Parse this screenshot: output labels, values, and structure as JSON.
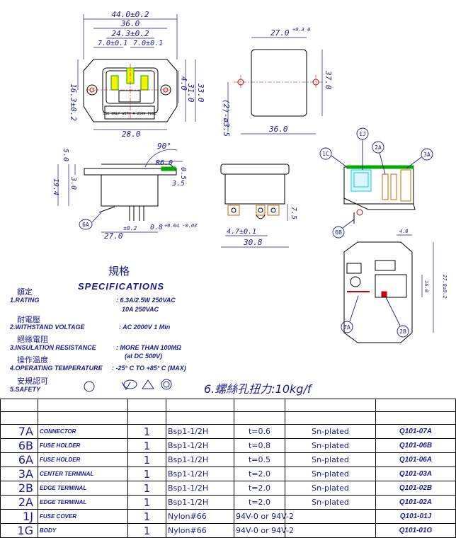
{
  "front_view": {
    "dim_overall_width": "44.0±0.2",
    "dim_36": "36.0",
    "dim_24_3": "24.3±0.2",
    "dim_7a": "7.0±0.1",
    "dim_7b": "7.0±0.1",
    "dim_16_3": "16.3±0.2",
    "dim_4_0": "4.0",
    "dim_31": "31.0",
    "dim_33": "33.0",
    "dim_28": "28.0",
    "fuse_label": "USE ONLY WITH A 250V FUSE"
  },
  "cutout_view": {
    "dim_27": "27.0",
    "dim_27_tol": "+0.3 0",
    "dim_37": "37.0",
    "dim_hole": "(2)-ø3.5",
    "dim_36": "36.0"
  },
  "side_view": {
    "dim_90": "90°",
    "dim_r6": "R6.0",
    "dim_0_5": "0.5",
    "dim_3_5": "3.5",
    "dim_5_0": "5.0",
    "dim_3_0": "3.0",
    "dim_19_4": "19.4",
    "dim_27": "27.0",
    "dim_27_tol": "±0.2",
    "dim_0_8": "0.8",
    "dim_0_8_tol": "+0.04 -0.03",
    "callout_6a": "6A"
  },
  "bottom_view": {
    "dim_7_5": "7.5",
    "dim_4_7": "4.7±0.1",
    "dim_30_8": "30.8"
  },
  "section_view": {
    "callouts": [
      "1J",
      "1C",
      "2A",
      "3A",
      "6B"
    ]
  },
  "rear_view": {
    "dim_4_8": "4.8",
    "dim_16": "16.0",
    "dim_27": "27.0±0.2",
    "callouts": [
      "7A",
      "2B"
    ]
  },
  "specs": {
    "title_zh": "規格",
    "title_en": "SPECIFICATIONS",
    "rating_zh": "額定",
    "rating_label": "1.RATING",
    "rating_value1": ": 6.3A/2.5W 250VAC",
    "rating_value2": "10A 250VAC",
    "withstand_zh": "耐電壓",
    "withstand_label": "2.WITHSTAND VOLTAGE",
    "withstand_value": ": AC 2000V 1 Min",
    "insulation_zh": "絕緣電阻",
    "insulation_label": "3.INSULATION RESISTANCE",
    "insulation_value1": ": MORE THAN 100MΩ",
    "insulation_value2": "(at DC 500V)",
    "temp_zh": "操作溫度",
    "temp_label": "4.OPERATING TEMPERATURE",
    "temp_value": ": -25° C TO +85° C (MAX)",
    "safety_zh": "安規認可",
    "safety_label": "5.SAFETY",
    "torque": "6.螺絲孔扭力:10kg/f"
  },
  "bom_rows": [
    {
      "no": "",
      "name": "",
      "qty": "",
      "material": "",
      "thickness": "",
      "finish": "",
      "pn": ""
    },
    {
      "no": "",
      "name": "",
      "qty": "",
      "material": "",
      "thickness": "",
      "finish": "",
      "pn": ""
    },
    {
      "no": "7A",
      "name": "CONNECTOR",
      "qty": "1",
      "material": "Bsp1-1/2H",
      "thickness": "t=0.6",
      "finish": "Sn-plated",
      "pn": "Q101-07A"
    },
    {
      "no": "6B",
      "name": "FUSE HOLDER",
      "qty": "1",
      "material": "Bsp1-1/2H",
      "thickness": "t=0.8",
      "finish": "Sn-plated",
      "pn": "Q101-06B"
    },
    {
      "no": "6A",
      "name": "FUSE HOLDER",
      "qty": "1",
      "material": "Bsp1-1/2H",
      "thickness": "t=0.5",
      "finish": "Sn-plated",
      "pn": "Q101-06A"
    },
    {
      "no": "3A",
      "name": "CENTER TERMINAL",
      "qty": "1",
      "material": "Bsp1-1/2H",
      "thickness": "t=2.0",
      "finish": "Sn-plated",
      "pn": "Q101-03A"
    },
    {
      "no": "2B",
      "name": "EDGE TERMINAL",
      "qty": "1",
      "material": "Bsp1-1/2H",
      "thickness": "t=2.0",
      "finish": "Sn-plated",
      "pn": "Q101-02B"
    },
    {
      "no": "2A",
      "name": "EDGE TERMINAL",
      "qty": "1",
      "material": "Bsp1-1/2H",
      "thickness": "t=2.0",
      "finish": "Sn-plated",
      "pn": "Q101-02A"
    },
    {
      "no": "1J",
      "name": "FUSE COVER",
      "qty": "1",
      "material": "Nylon#66",
      "thickness": "94V-0 or 94V-2",
      "finish": "",
      "pn": "Q101-01J"
    },
    {
      "no": "1G",
      "name": "BODY",
      "qty": "1",
      "material": "Nylon#66",
      "thickness": "94V-0 or 94V-2",
      "finish": "",
      "pn": "Q101-01G"
    }
  ]
}
